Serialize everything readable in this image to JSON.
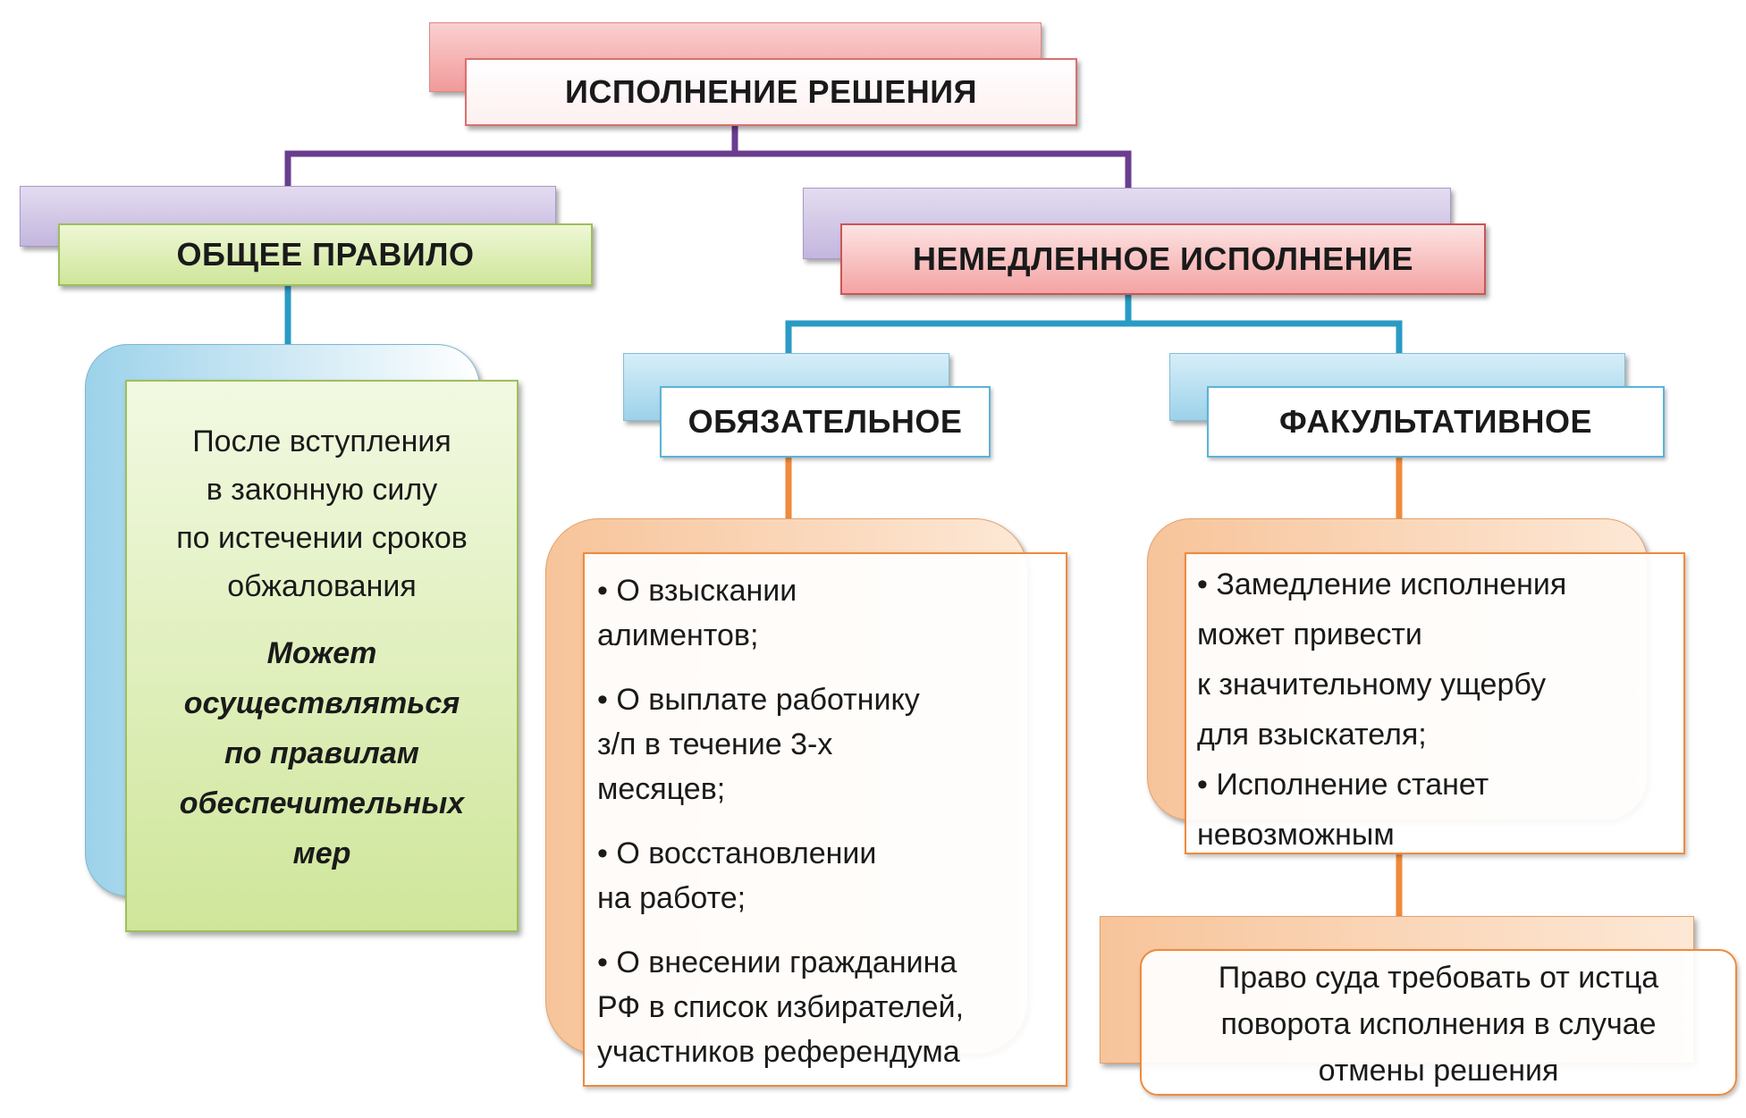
{
  "root": {
    "title": "ИСПОЛНЕНИЕ РЕШЕНИЯ"
  },
  "general": {
    "title": "ОБЩЕЕ ПРАВИЛО",
    "lines": [
      "После вступления",
      "в законную силу",
      "по истечении сроков",
      "обжалования"
    ],
    "italic_lines": [
      "Может",
      "осуществляться",
      "по правилам",
      "обеспечительных",
      "мер"
    ]
  },
  "immediate": {
    "title": "НЕМЕДЛЕННОЕ ИСПОЛНЕНИЕ"
  },
  "mandatory": {
    "title": "ОБЯЗАТЕЛЬНОЕ",
    "items": [
      [
        "О взыскании",
        "алиментов;"
      ],
      [
        "О выплате работнику",
        "з/п в течение 3-х",
        "месяцев;"
      ],
      [
        "О восстановлении",
        "на работе;"
      ],
      [
        "О внесении гражданина",
        "РФ в список избирателей,",
        "участников референдума"
      ]
    ]
  },
  "optional": {
    "title": "ФАКУЛЬТАТИВНОЕ",
    "items": [
      [
        "Замедление исполнения",
        "может привести",
        "к значительному ущербу",
        "для взыскателя;"
      ],
      [
        "Исполнение станет",
        "невозможным"
      ]
    ],
    "note": [
      "Право суда требовать от истца",
      "поворота исполнения в случае",
      "отмены решения"
    ]
  },
  "colors": {
    "connector_violet": "#6a3d8f",
    "connector_blue": "#2a9bc4",
    "connector_orange": "#f08a3c"
  }
}
